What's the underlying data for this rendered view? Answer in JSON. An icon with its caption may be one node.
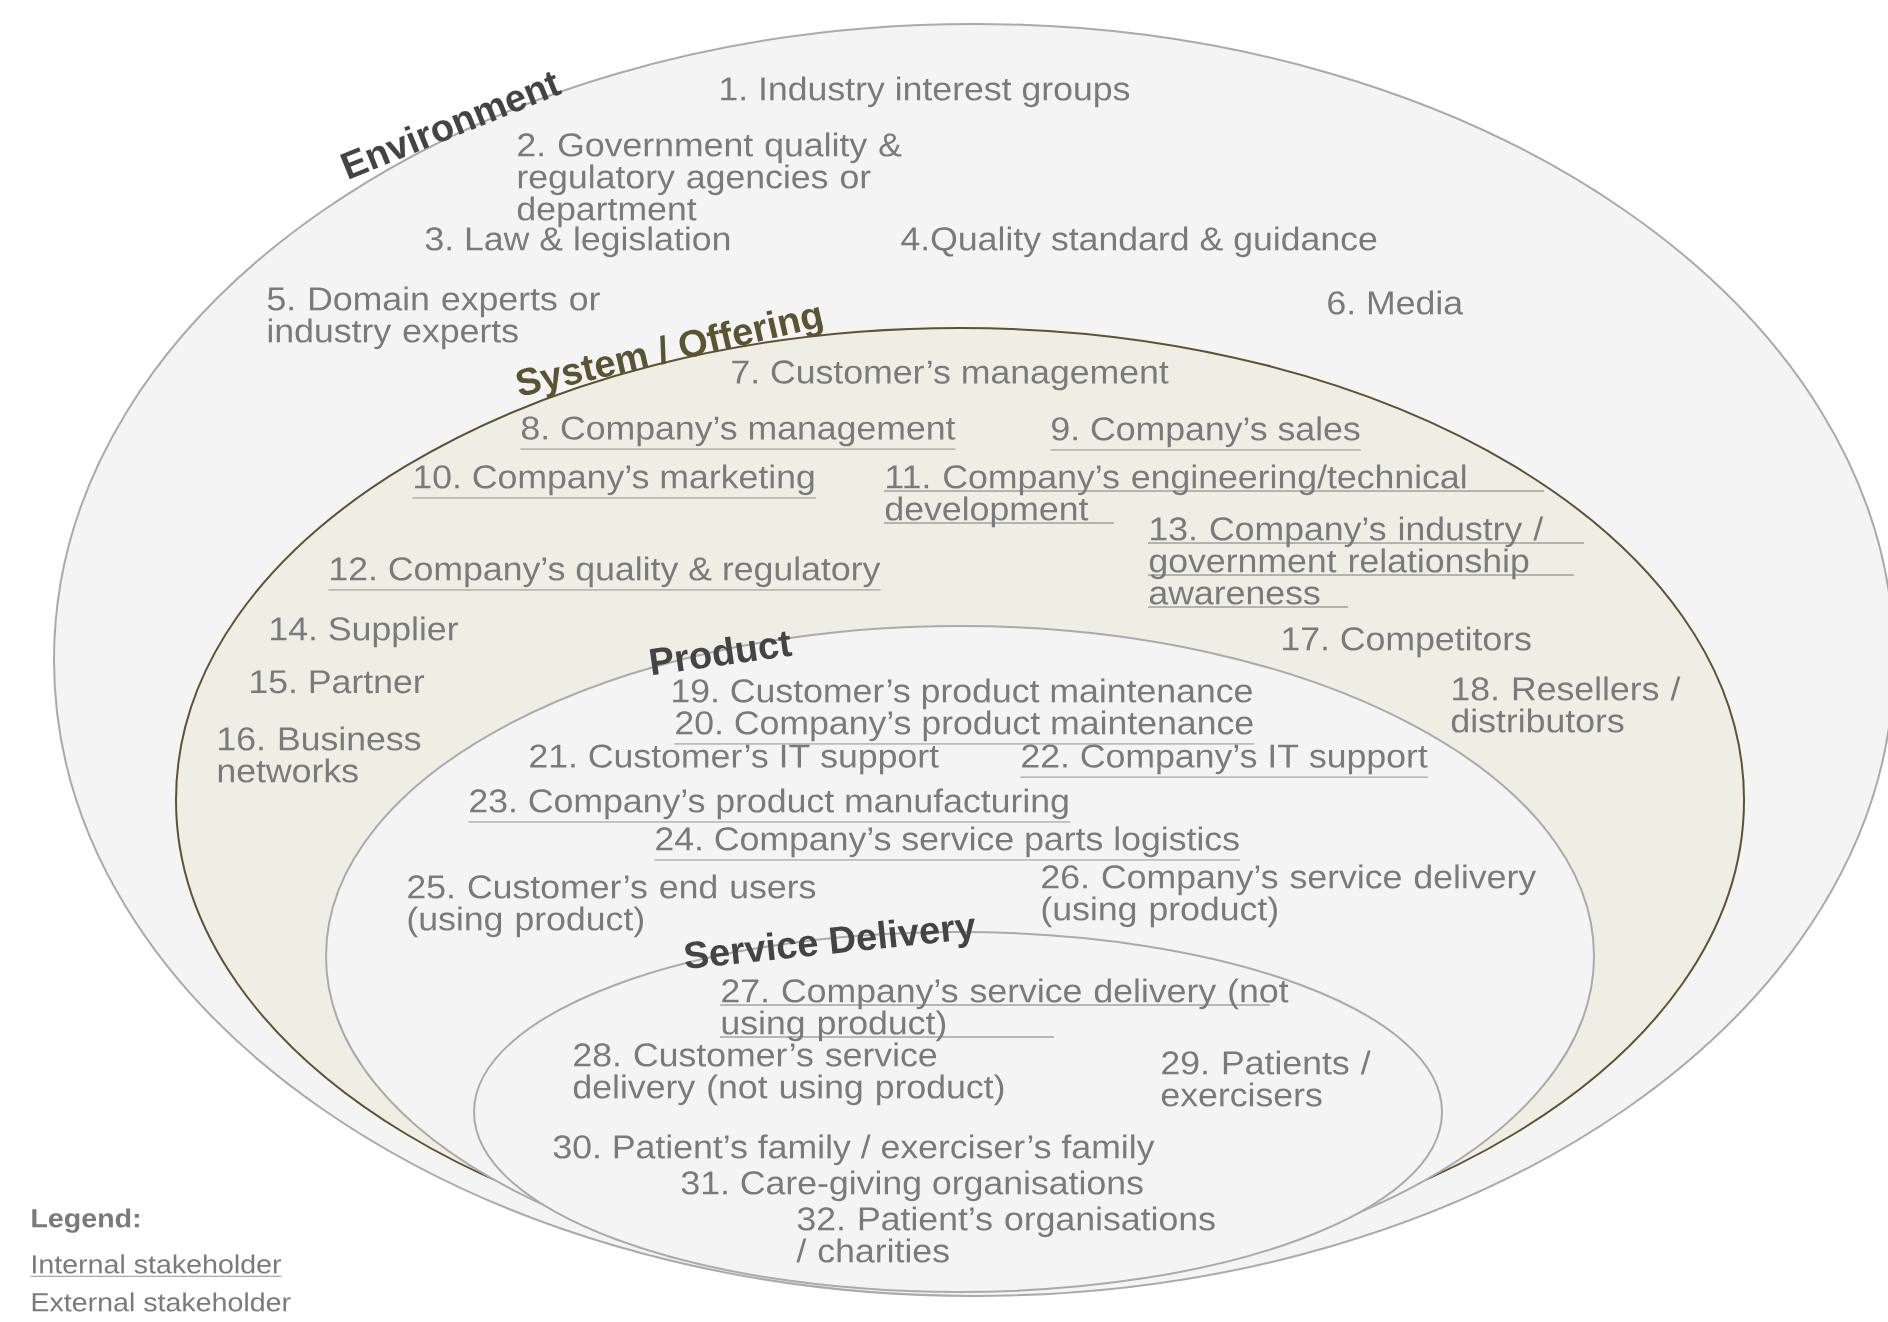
{
  "diagram": {
    "nodes": [
      {
        "text": [
          "Environment",
          "1. Industry interest groups",
          "2. Government quality & regulatory agencies or department",
          "3. Law & legislation",
          "4.Quality standard & guidance",
          "5. Domain experts or industry experts",
          "6. Media"
        ]
      },
      {
        "text": [
          "System / Offering",
          "7. Customer’s management",
          "8. Company’s management",
          "9. Company’s sales",
          "10. Company’s marketing",
          "11. Company’s engineering/technical development",
          "12. Company’s quality & regulatory",
          "13. Company’s industry / government relationship awareness",
          "14. Supplier",
          "15. Partner",
          "16. Business networks",
          "17. Competitors",
          "18. Resellers / distributors"
        ],
        "in": 0
      },
      {
        "text": [
          "Product",
          "19. Customer’s product maintenance",
          "20. Company’s product maintenance",
          "21. Customer’s IT support",
          "22. Company’s IT support",
          "23. Company’s product manufacturing",
          "24. Company’s service parts logistics",
          "25. Customer’s end users (using product)",
          "26. Company’s service delivery (using product)"
        ],
        "in": 1
      },
      {
        "text": [
          "Service Delivery",
          "27. Company’s service delivery (not using product)",
          "28. Customer’s service delivery (not using product)",
          "29. Patients / exercisers",
          "30. Patient’s family / exerciser’s family",
          "31. Care-giving organisations",
          "32. Patient’s organisations / charities"
        ],
        "in": 2
      }
    ],
    "labels": [
      "Legend:"
    ],
    "legend": [
      {
        "text": "Internal stakeholder"
      },
      {
        "text": "External stakeholder"
      }
    ]
  }
}
